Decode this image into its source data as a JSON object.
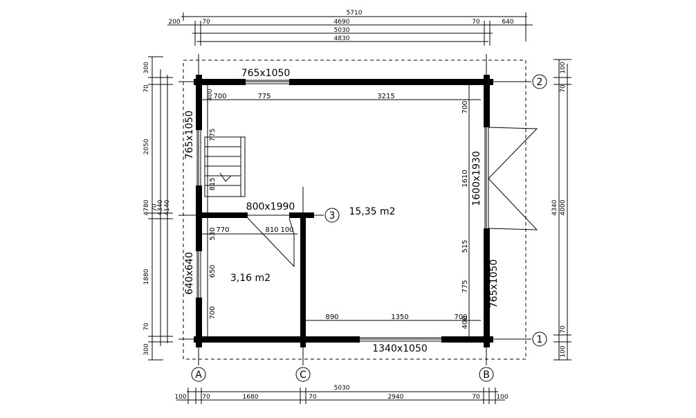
{
  "top_dims": {
    "overall": "5710",
    "row2": [
      "200",
      "70",
      "4690",
      "70",
      "640"
    ],
    "row3": "5030",
    "row4": "4830"
  },
  "bottom_dims": {
    "overall": "5030",
    "row": [
      "100",
      "70",
      "1680",
      "70",
      "2940",
      "70",
      "100"
    ]
  },
  "left_dims": {
    "outer": "4780",
    "segments": [
      "300",
      "70",
      "2050",
      "70",
      "1880",
      "70",
      "300"
    ],
    "inner_a": "4340",
    "inner_b": "4140"
  },
  "right_dims": {
    "outer": "4340",
    "inner": "4000",
    "segments": [
      "100",
      "70",
      "70",
      "100"
    ]
  },
  "openings": {
    "top_window": "765x1050",
    "left_window": "765x1050",
    "inner_door": "800x1990",
    "small_window": "640x640",
    "right_door": "1600x1930",
    "right_window": "765x1050",
    "bottom_window": "1340x1050"
  },
  "inner_dims": {
    "top": [
      "700",
      "775",
      "3215"
    ],
    "top_left_v": "400",
    "stair": [
      "775",
      "815"
    ],
    "right_v_top": "700",
    "right_v_1610": "1610",
    "right_v_515": "515",
    "right_v_775": "775",
    "right_v_400": "400",
    "mid": [
      "770",
      "810",
      "100"
    ],
    "left_v": [
      "530",
      "650",
      "700"
    ],
    "bottom": [
      "890",
      "1350",
      "700"
    ]
  },
  "areas": {
    "main": "15,35 m2",
    "small": "3,16 m2"
  },
  "axes": {
    "a": "A",
    "b": "B",
    "c": "C",
    "one": "1",
    "two": "2",
    "three": "3"
  }
}
